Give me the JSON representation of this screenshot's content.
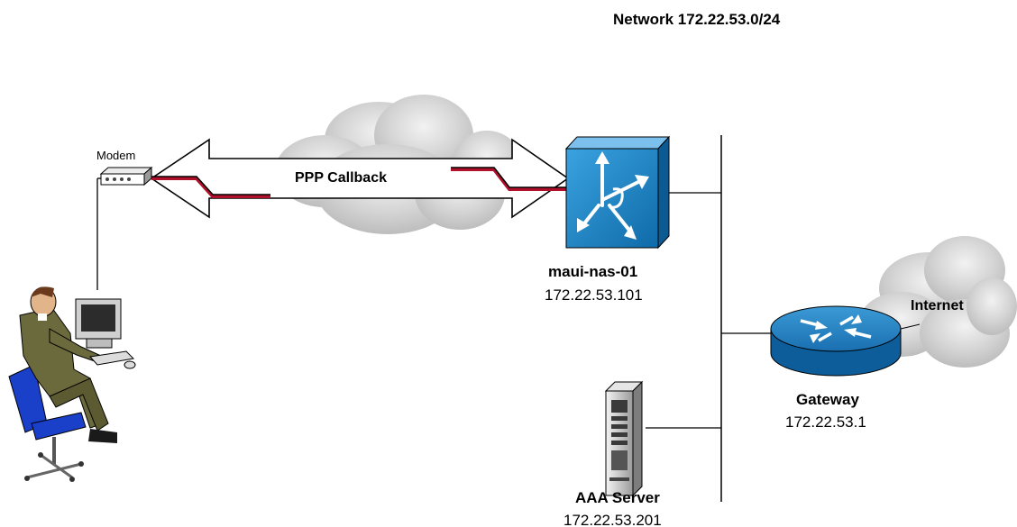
{
  "network": {
    "label": "Network 172.22.53.0/24"
  },
  "modem": {
    "label": "Modem"
  },
  "link": {
    "label": "PPP Callback"
  },
  "nas": {
    "name": "maui-nas-01",
    "ip": "172.22.53.101"
  },
  "internet": {
    "label": "Internet"
  },
  "gateway": {
    "name": "Gateway",
    "ip": "172.22.53.1"
  },
  "aaa": {
    "name": "AAA Server",
    "ip": "172.22.53.201"
  },
  "colors": {
    "nas_blue": "#1177bb",
    "router_blue": "#1b77b8",
    "cloud_gray": "#d6d6d6",
    "line_red": "#b0102a",
    "suit": "#6b6a3c",
    "chair_blue": "#1a3fc8"
  }
}
